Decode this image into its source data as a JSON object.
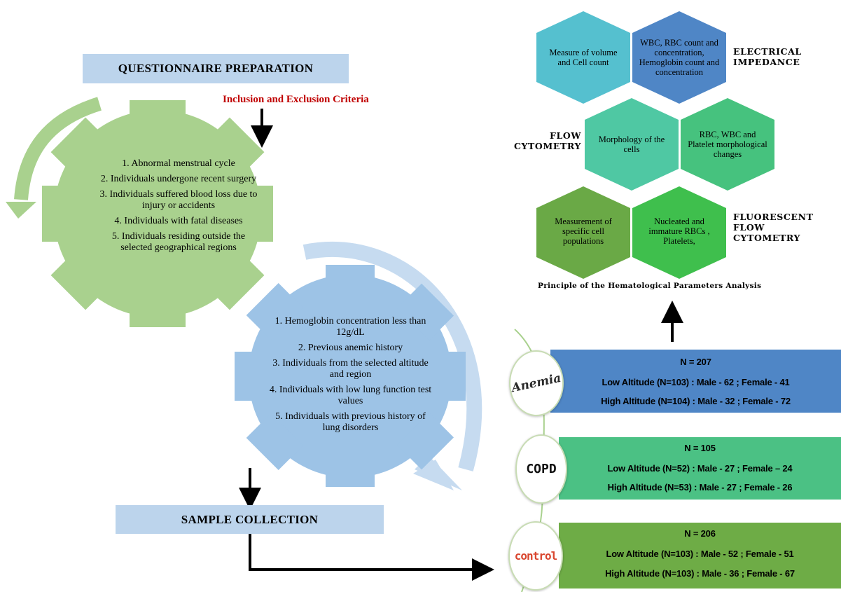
{
  "questionnaire": {
    "title": "QUESTIONNAIRE PREPARATION"
  },
  "criteria": {
    "title": "Inclusion and Exclusion Criteria"
  },
  "exclusion": {
    "items": [
      "1. Abnormal menstrual cycle",
      "2. Individuals undergone recent surgery",
      "3. Individuals suffered blood loss due to injury or accidents",
      "4. Individuals with fatal diseases",
      "5. Individuals residing outside the selected geographical regions"
    ]
  },
  "inclusion": {
    "items": [
      "1. Hemoglobin concentration less than 12g/dL",
      "2. Previous anemic history",
      "3. Individuals from the selected altitude and region",
      "4. Individuals with low lung function test values",
      "5. Individuals with previous history of lung disorders"
    ]
  },
  "sample": {
    "title": "SAMPLE COLLECTION"
  },
  "hexes": {
    "volume": "Measure of volume and Cell count",
    "wbc_rbc": "WBC, RBC count and concentration, Hemoglobin count and concentration",
    "morphology": "Morphology of the cells",
    "platelet_morph": "RBC, WBC and Platelet morphological changes",
    "specific": "Measurement of specific cell populations",
    "nucleated": "Nucleated and immature RBCs , Platelets,"
  },
  "labels": {
    "electrical": "ELECTRICAL IMPEDANCE",
    "flow": "FLOW CYTOMETRY",
    "fluorescent": "FLUORESCENT FLOW CYTOMETRY"
  },
  "caption": "Principle of the Hematological Parameters Analysis",
  "groups": [
    {
      "logo": "Anemia",
      "color": "#4f86c6",
      "n": "N = 207",
      "low": "Low Altitude (N=103) : Male - 62 ; Female - 41",
      "high": "High Altitude (N=104) : Male - 32 ; Female - 72"
    },
    {
      "logo": "COPD",
      "color": "#4bc184",
      "n": "N = 105",
      "low": "Low Altitude (N=52) : Male - 27 ; Female – 24",
      "high": "High Altitude (N=53) : Male - 27 ; Female - 26"
    },
    {
      "logo": "control",
      "color": "#6eac46",
      "n": "N = 206",
      "low": "Low Altitude (N=103) : Male - 52 ; Female - 51",
      "high": "High Altitude (N=103) : Male - 36 ; Female - 67"
    }
  ]
}
